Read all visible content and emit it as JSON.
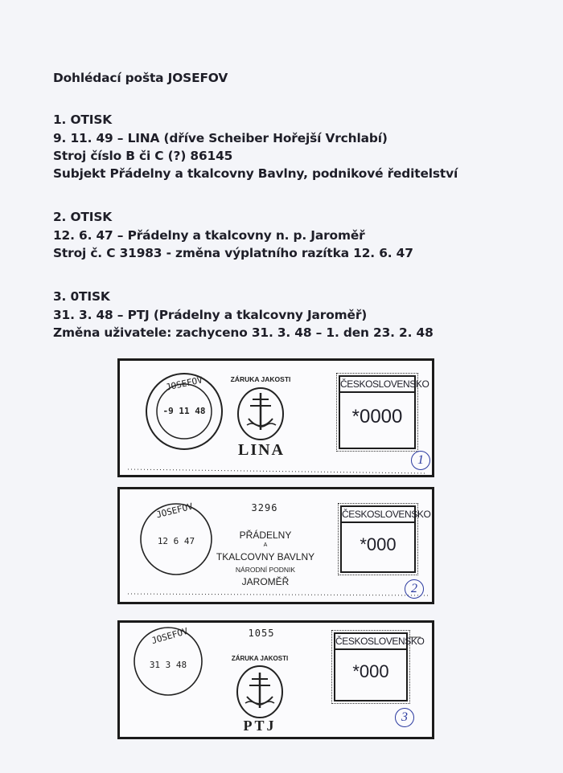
{
  "title": "Dohlédací pošta JOSEFOV",
  "sections": [
    {
      "heading": "1. OTISK",
      "lines": [
        "9. 11. 49 – LINA (dříve Scheiber Hořejší Vrchlabí)",
        "Stroj číslo B či C (?) 86145",
        "Subjekt Přádelny a tkalcovny Bavlny, podnikové ředitelství"
      ]
    },
    {
      "heading": "2. OTISK",
      "lines": [
        "12. 6. 47 – Přádelny a tkalcovny n. p. Jaroměř",
        "Stroj č. C 31983 - změna výplatního razítka 12. 6. 47"
      ]
    },
    {
      "heading": "3. 0TISK",
      "lines": [
        "31. 3. 48 – PTJ (Prádelny a tkalcovny Jaroměř)",
        "Změna uživatele:  zachyceno 31. 3. 48 – 1. den 23. 2. 48"
      ]
    }
  ],
  "stamps": [
    {
      "postmark_town": "JOSEFOV",
      "postmark_date": "-9 11 48",
      "slogan": "ZÁRUKA JAKOSTI",
      "brand": "LINA",
      "country": "ČESKOSLOVENSKO",
      "value": "*0000",
      "marker": "1"
    },
    {
      "postmark_town": "JOSEFOV",
      "postmark_date": "12 6 47",
      "machine_number": "3296",
      "ad_line1": "PŘÁDELNY",
      "ad_line2": "A",
      "ad_line3": "TKALCOVNY BAVLNY",
      "ad_line4": "NÁRODNÍ PODNIK",
      "ad_line5": "JAROMĚŘ",
      "country": "ČESKOSLOVENSKO",
      "value": "*000",
      "marker": "2"
    },
    {
      "postmark_town": "JOSEFOV",
      "postmark_date": "31 3 48",
      "machine_number": "1055",
      "slogan": "ZÁRUKA JAKOSTI",
      "brand": "PTJ",
      "country": "ČESKOSLOVENSKO",
      "value": "*000",
      "marker": "3"
    }
  ]
}
